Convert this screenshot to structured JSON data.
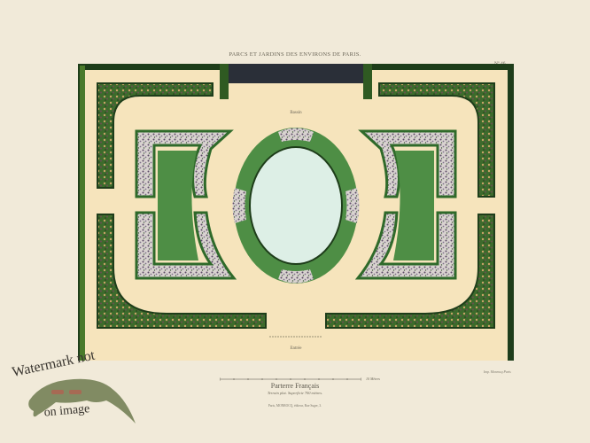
{
  "header": {
    "title": "PARCS ET JARDINS DES ENVIRONS DE PARIS.",
    "plate_number": "Nº 46."
  },
  "plan": {
    "top_label": "Bassin",
    "bottom_label": "Entrée",
    "colors": {
      "paper": "#f1ead9",
      "path": "#f6e4bc",
      "lawn": "#4e8e45",
      "border_dark": "#1e3d1a",
      "hedge": "#2f5a22",
      "water": "#ddefe6",
      "slate": "#2a2f38"
    }
  },
  "footer": {
    "printer": "Imp. Monrocq Paris",
    "scale_end_label": "10 Mètres",
    "caption": "Parterre Français",
    "subcaption": "Terrain plat. Superficie 700 mètres.",
    "publisher": "Paris, MONROCQ, éditeur, Rue Suger, 3."
  },
  "watermark": {
    "line1": "Watermark not",
    "line2": "on image"
  }
}
